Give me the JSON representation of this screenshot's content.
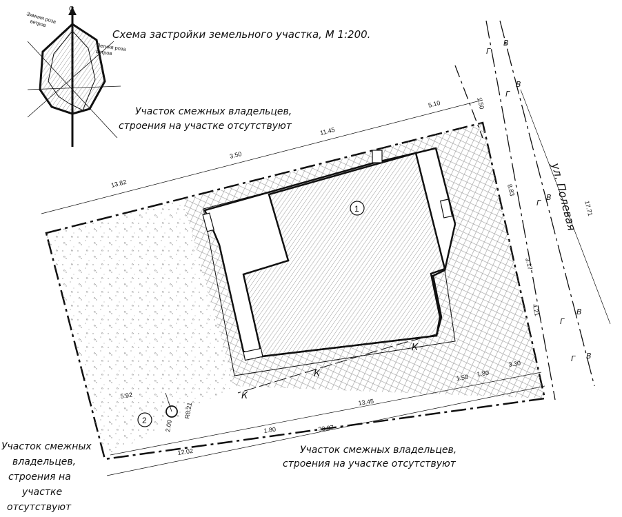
{
  "title": "Схема застройки земельного участка, М 1:200.",
  "north_letter": "С",
  "wind_rose": {
    "winter_label_line1": "Зимняя роза",
    "winter_label_line2": "ветров",
    "summer_label_line1": "Летняя роза",
    "summer_label_line2": "ветров"
  },
  "neighbor_notes": {
    "top_line1": "Участок смежных владельцев,",
    "top_line2": "строения на участке отсутствуют",
    "bottom_line1": "Участок смежных владельцев,",
    "bottom_line2": "строения на участке отсутствуют",
    "left_line1": "Участок смежных",
    "left_line2": "владельцев,",
    "left_line3": "строения на",
    "left_line4": "участке",
    "left_line5": "отсутствуют"
  },
  "street_name": "ул. Полевая",
  "building_markers": {
    "house": "1",
    "well": "2"
  },
  "dimensions": {
    "d_13_82": "13.82",
    "d_3_50": "3.50",
    "d_11_45": "11.45",
    "d_5_10": "5.10",
    "d_1_50_top": "1.50",
    "d_8_83": "8.83",
    "d_17_71": "17.71",
    "d_3_17": "3.17",
    "d_4_21": "4.21",
    "d_1_50_bottom": "1.50",
    "d_1_80_bottom": "1.80",
    "d_3_30": "3.30",
    "d_13_45": "13.45",
    "d_5_92": "5.92",
    "d_r8_21": "R8.21",
    "d_2_00": "2.00",
    "d_1_80_low": "1.80",
    "d_33_87": "33.87",
    "d_12_02": "12.02"
  },
  "utility_letters": {
    "water": "В",
    "gas": "Г",
    "sewer": "К"
  }
}
